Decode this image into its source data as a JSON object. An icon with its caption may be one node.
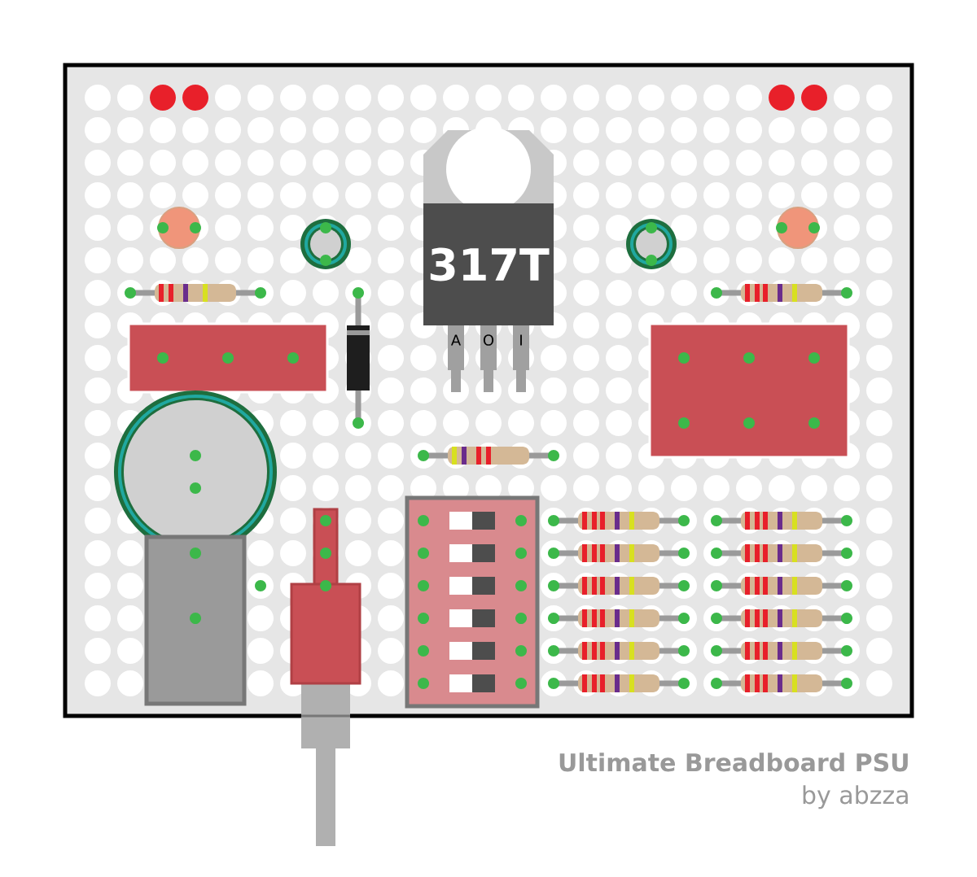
{
  "diagram": {
    "title": "Ultimate Breadboard PSU",
    "caption": "by abzza",
    "nodes": [
      {
        "text": [
          "317T"
        ]
      }
    ],
    "labels": [
      "A",
      "O",
      "I"
    ]
  }
}
